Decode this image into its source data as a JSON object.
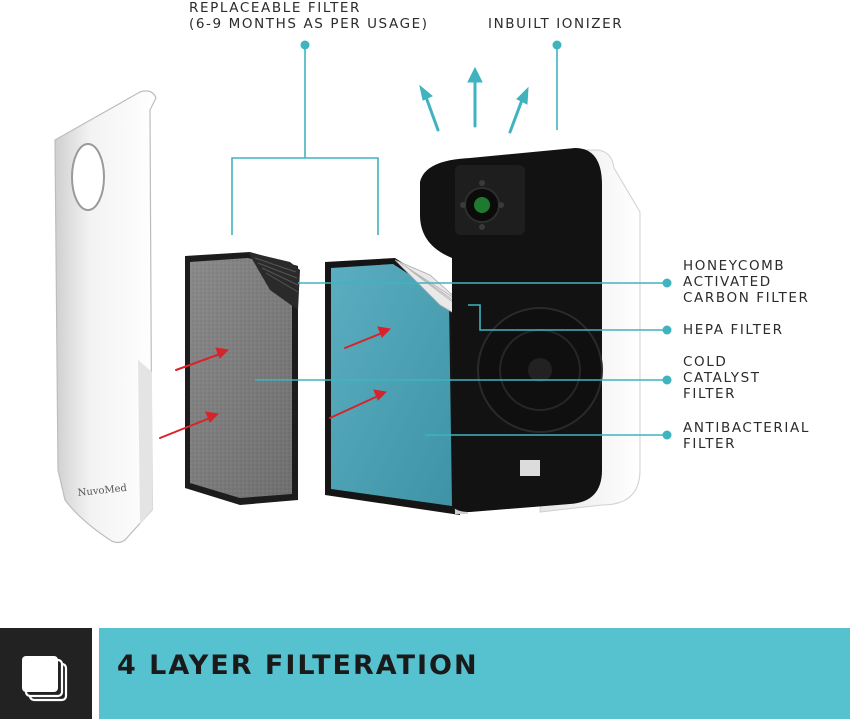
{
  "callouts": {
    "replaceable": [
      "REPLACEABLE FILTER",
      "(6-9 MONTHS AS PER USAGE)"
    ],
    "ionizer": [
      "INBUILT IONIZER"
    ],
    "honeycomb": [
      "HONEYCOMB",
      "ACTIVATED",
      "CARBON FILTER"
    ],
    "hepa": [
      "HEPA FILTER"
    ],
    "cold_catalyst": [
      "COLD",
      "CATALYST",
      "FILTER"
    ],
    "antibacterial": [
      "ANTIBACTERIAL",
      "FILTER"
    ]
  },
  "brand": "NuvoMed",
  "banner": {
    "title": "4 LAYER FILTERATION"
  },
  "colors": {
    "accent": "#3fb3c0",
    "banner": "#56c2cf",
    "banner_icon_bg": "#222222",
    "hepa_blue": "#4fa6b8",
    "carbon_grey": "#7a7a7a",
    "arrow_red": "#d8232a"
  },
  "icons": [
    "layers-icon"
  ]
}
